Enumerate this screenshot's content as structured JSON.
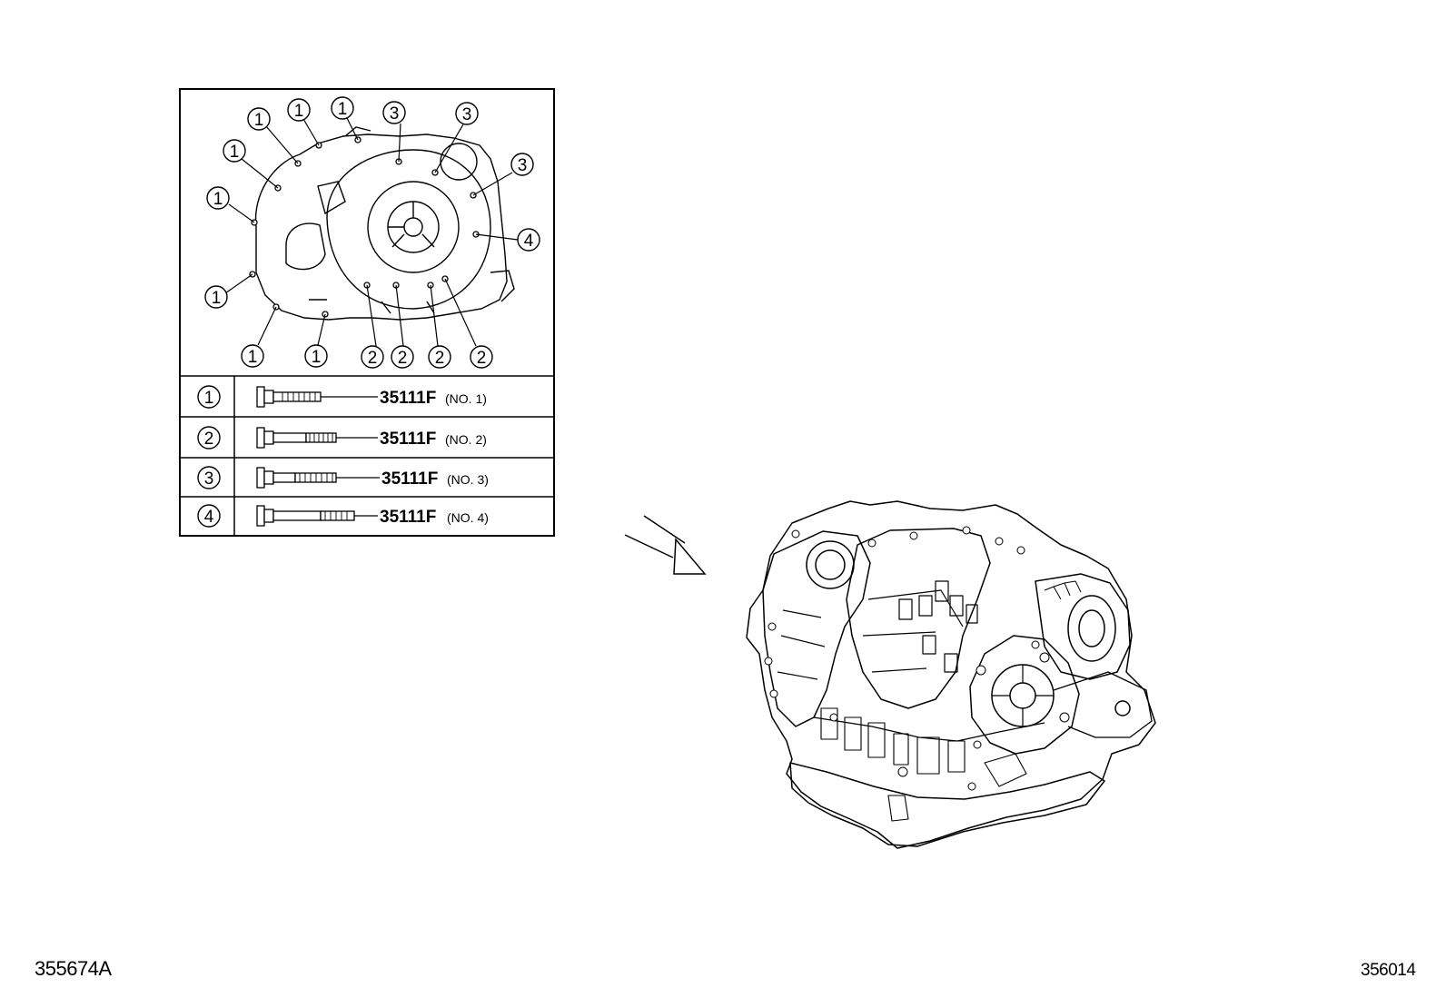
{
  "callouts": {
    "c1": "1",
    "c2": "2",
    "c3": "3",
    "c4": "4"
  },
  "legend": [
    {
      "ref": "1",
      "part": "35111F",
      "suffix": "(NO. 1)"
    },
    {
      "ref": "2",
      "part": "35111F",
      "suffix": "(NO. 2)"
    },
    {
      "ref": "3",
      "part": "35111F",
      "suffix": "(NO. 3)"
    },
    {
      "ref": "4",
      "part": "35111F",
      "suffix": "(NO. 4)"
    }
  ],
  "footer": {
    "left_code": "355674A",
    "right_code": "356014"
  }
}
